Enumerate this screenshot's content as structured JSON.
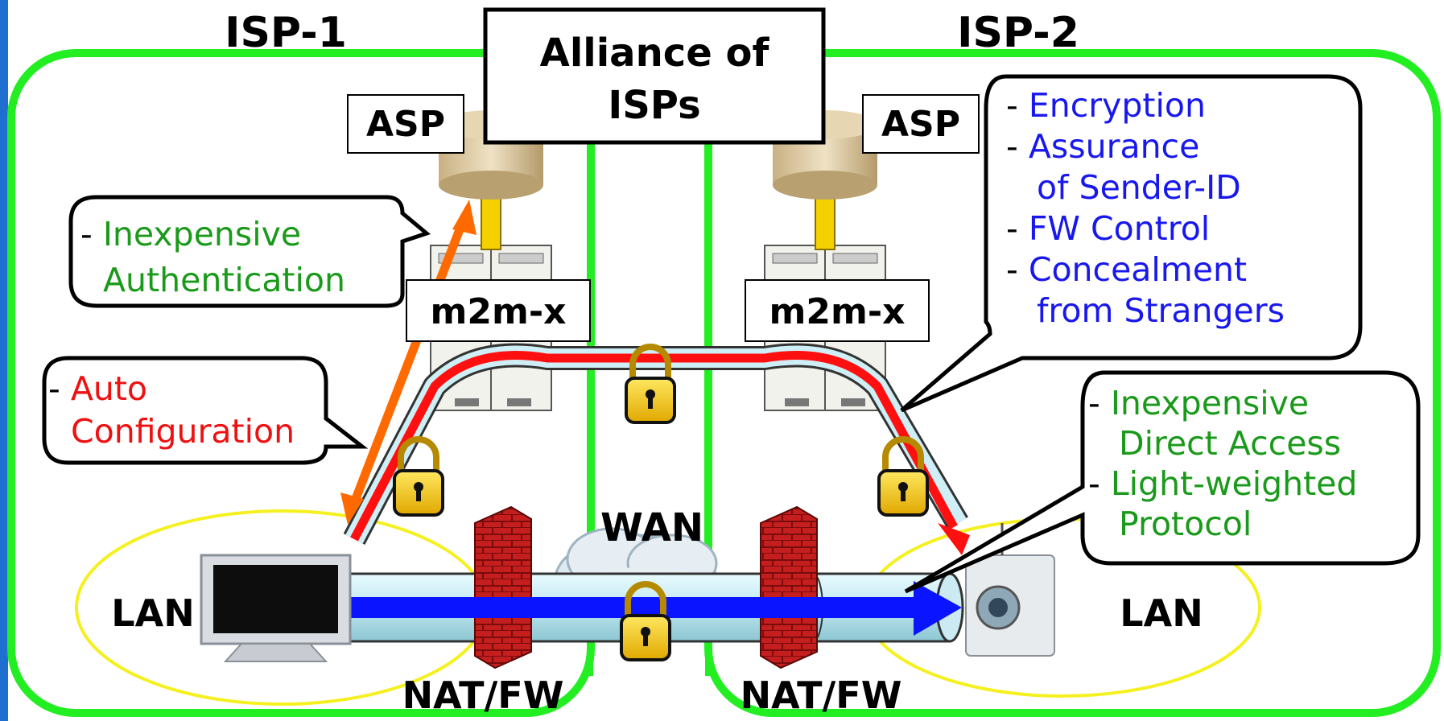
{
  "isp_left": "ISP-1",
  "isp_right": "ISP-2",
  "alliance": {
    "line1": "Alliance of",
    "line2": "ISPs"
  },
  "asp_left": "ASP",
  "asp_right": "ASP",
  "m2m_left": "m2m-x",
  "m2m_right": "m2m-x",
  "wan": "WAN",
  "lan_left": "LAN",
  "lan_right": "LAN",
  "natfw_left": "NAT/FW",
  "natfw_right": "NAT/FW",
  "callouts": {
    "auth": {
      "dash": "- ",
      "line1": "Inexpensive",
      "line2": "Authentication"
    },
    "autoconf": {
      "dash": "- ",
      "line1": "Auto",
      "line2": "Configuration"
    },
    "security": {
      "dash": "- ",
      "items": [
        "Encryption",
        "Assurance",
        "of Sender-ID",
        "FW Control",
        "Concealment",
        "from Strangers"
      ]
    },
    "direct": {
      "dash": "- ",
      "items": [
        "Inexpensive",
        "Direct Access",
        "Light-weighted",
        "Protocol"
      ]
    }
  },
  "colors": {
    "isp_border": "#22ee22",
    "lan_ellipse": "#f5f020",
    "red_path": "#ff1010",
    "orange_arrow": "#ff6a00",
    "blue_arrow": "#0a14ff",
    "text_green": "#1a9a1a",
    "text_red": "#ee1111",
    "text_blue": "#1818ee"
  }
}
